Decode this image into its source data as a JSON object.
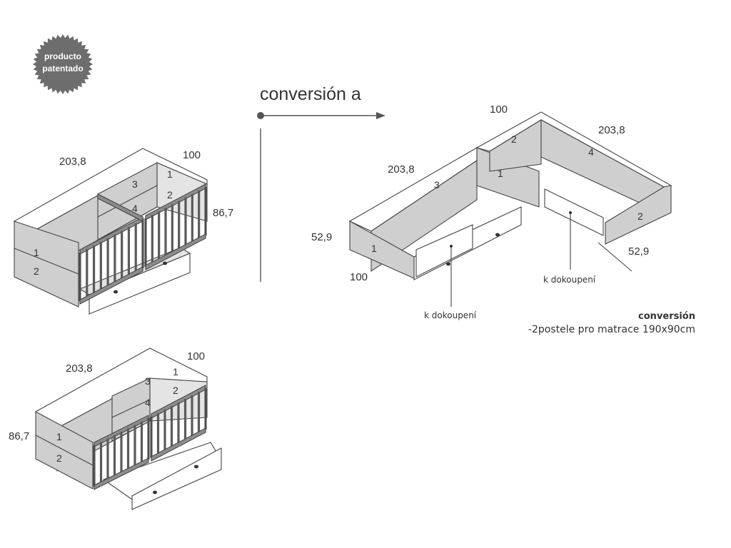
{
  "badge": {
    "line1": "producto",
    "line2": "patentado",
    "color": "#6d6d6d"
  },
  "header": {
    "title": "conversión a"
  },
  "figure_top_left": {
    "dim_length": "203,8",
    "dim_width": "100",
    "dim_height": "86,7",
    "panel_labels": [
      "1",
      "2",
      "3",
      "4",
      "1",
      "2"
    ]
  },
  "figure_bottom_left": {
    "dim_length": "203,8",
    "dim_width": "100",
    "dim_height": "86,7",
    "panel_labels": [
      "1",
      "2",
      "3",
      "4",
      "1",
      "2"
    ]
  },
  "figure_right": {
    "dim_width_top": "100",
    "dim_length_right": "203,8",
    "dim_length_left": "203,8",
    "dim_height_left": "52,9",
    "dim_height_right": "52,9",
    "dim_width_bottom": "100",
    "panel_labels": [
      "2",
      "4",
      "3",
      "1",
      "2",
      "1"
    ],
    "callout_left": "k dokoupení",
    "callout_right": "k dokoupení"
  },
  "conversion_note": {
    "heading": "conversión",
    "text": "-2postele pro matrace 190x90cm"
  },
  "colors": {
    "panel": "#cfcfcf",
    "outline": "#444444",
    "slats": "#5a5a5a"
  }
}
